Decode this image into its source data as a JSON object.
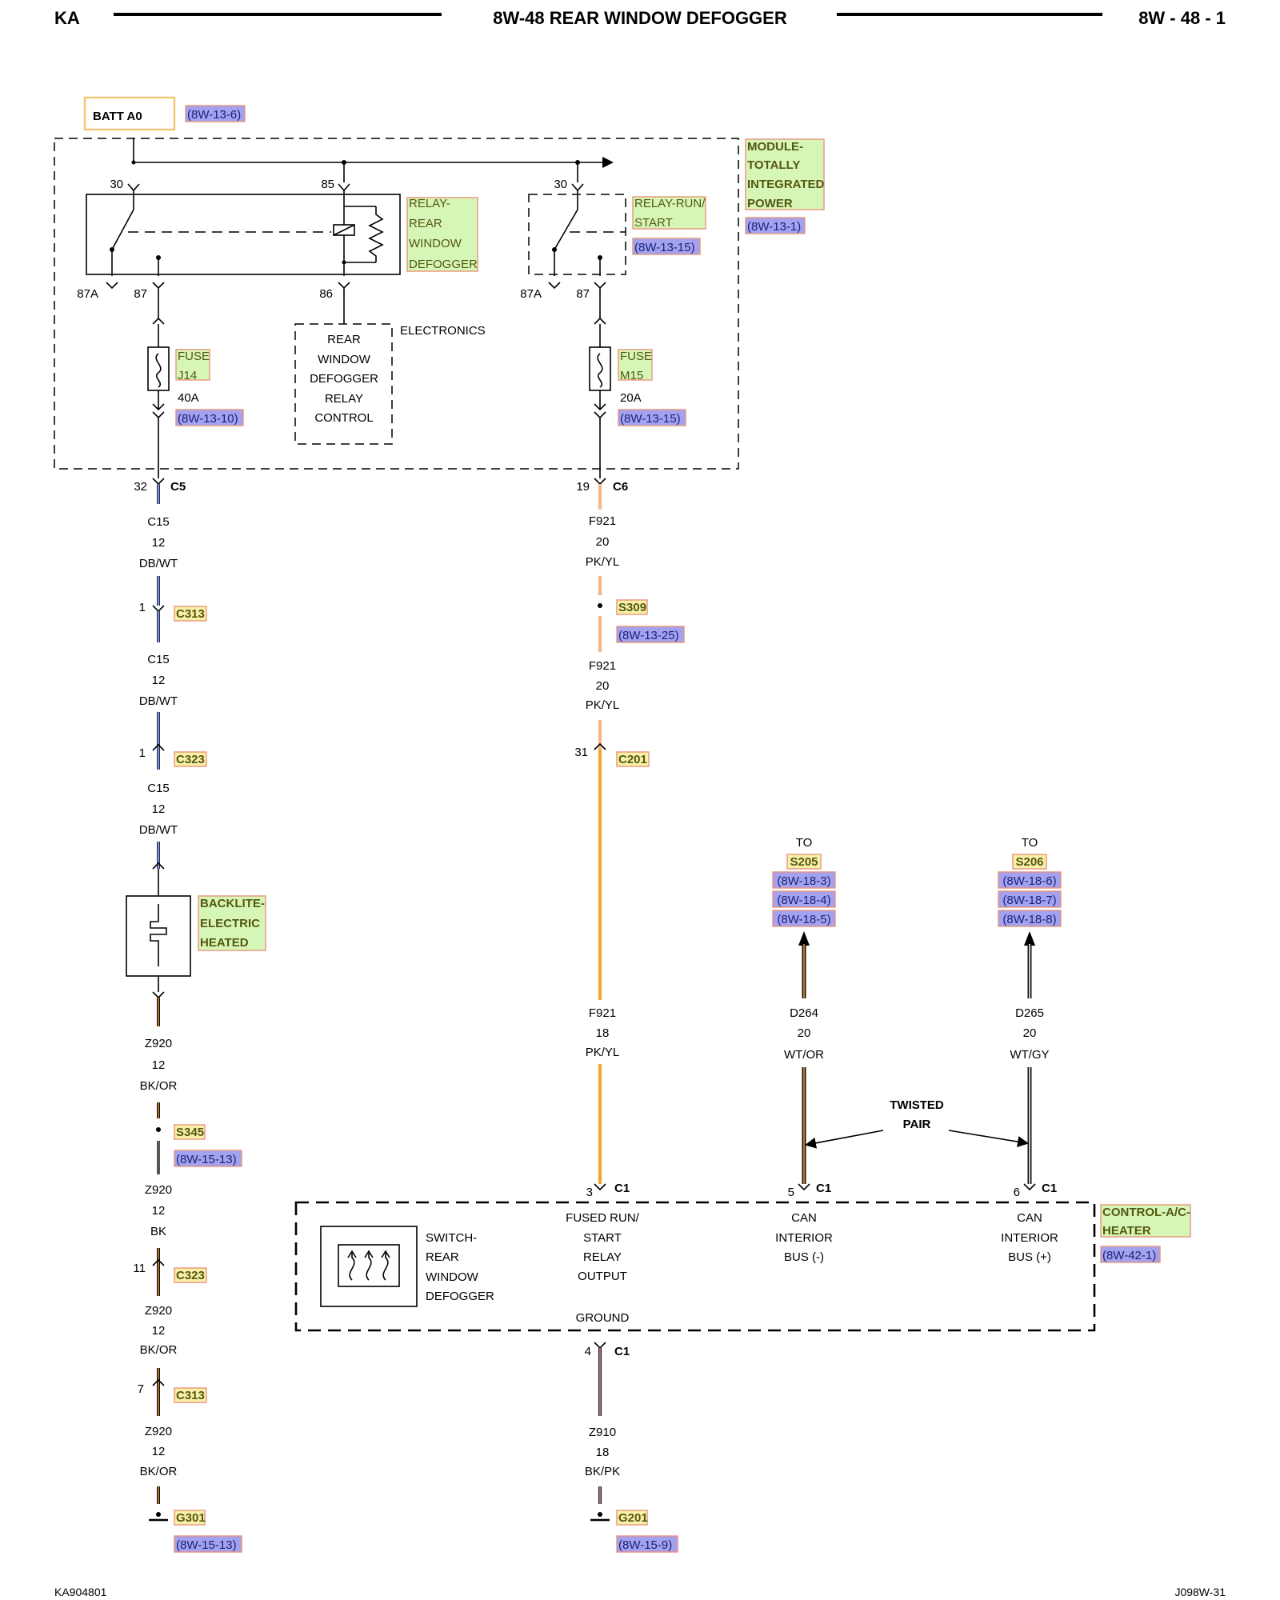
{
  "header": {
    "left": "KA",
    "title": "8W-48 REAR WINDOW DEFOGGER",
    "right": "8W - 48 - 1"
  },
  "footer": {
    "left": "KA904801",
    "right": "J098W-31"
  },
  "batt": {
    "label": "BATT A0",
    "ref": "(8W-13-6)"
  },
  "module_tipm": {
    "lines": [
      "MODULE-",
      "TOTALLY",
      "INTEGRATED",
      "POWER"
    ],
    "ref": "(8W-13-1)"
  },
  "relay_defog": {
    "lines": [
      "RELAY-",
      "REAR",
      "WINDOW",
      "DEFOGGER"
    ],
    "pin30": "30",
    "pin85": "85",
    "pin87a": "87A",
    "pin87": "87",
    "pin86": "86"
  },
  "relay_run": {
    "lines": [
      "RELAY-RUN/",
      "START"
    ],
    "ref": "(8W-13-15)",
    "pin30": "30",
    "pin87a": "87A",
    "pin87": "87"
  },
  "electronics": {
    "label": "ELECTRONICS",
    "lines": [
      "REAR",
      "WINDOW",
      "DEFOGGER",
      "RELAY",
      "CONTROL"
    ]
  },
  "fuse_j14": {
    "lines": [
      "FUSE",
      "J14"
    ],
    "rating": "40A",
    "ref": "(8W-13-10)"
  },
  "fuse_m15": {
    "lines": [
      "FUSE",
      "M15"
    ],
    "rating": "20A",
    "ref": "(8W-13-15)"
  },
  "left_circuit": {
    "c5": {
      "pin": "32",
      "conn": "C5"
    },
    "wire1": [
      "C15",
      "12",
      "DB/WT"
    ],
    "c313a": {
      "pin": "1",
      "conn": "C313"
    },
    "wire2": [
      "C15",
      "12",
      "DB/WT"
    ],
    "c323a": {
      "pin": "1",
      "conn": "C323"
    },
    "wire3": [
      "C15",
      "12",
      "DB/WT"
    ],
    "backlite": {
      "lines": [
        "BACKLITE-",
        "ELECTRIC",
        "HEATED"
      ]
    },
    "wire4": [
      "Z920",
      "12",
      "BK/OR"
    ],
    "s345": {
      "label": "S345",
      "ref": "(8W-15-13)"
    },
    "wire5": [
      "Z920",
      "12",
      "BK"
    ],
    "c323b": {
      "pin": "11",
      "conn": "C323"
    },
    "wire6": [
      "Z920",
      "12",
      "BK/OR"
    ],
    "c313b": {
      "pin": "7",
      "conn": "C313"
    },
    "wire7": [
      "Z920",
      "12",
      "BK/OR"
    ],
    "g301": {
      "label": "G301",
      "ref": "(8W-15-13)"
    }
  },
  "mid_circuit": {
    "c6": {
      "pin": "19",
      "conn": "C6"
    },
    "wire1": [
      "F921",
      "20",
      "PK/YL"
    ],
    "s309": {
      "label": "S309",
      "ref": "(8W-13-25)"
    },
    "wire2": [
      "F921",
      "20",
      "PK/YL"
    ],
    "c201": {
      "pin": "31",
      "conn": "C201"
    },
    "wire3": [
      "F921",
      "18",
      "PK/YL"
    ],
    "c1_pin3": {
      "pin": "3",
      "conn": "C1"
    },
    "c1_pin4": {
      "pin": "4",
      "conn": "C1"
    },
    "wire_gnd": [
      "Z910",
      "18",
      "BK/PK"
    ],
    "g201": {
      "label": "G201",
      "ref": "(8W-15-9)"
    }
  },
  "can_minus": {
    "to": "TO",
    "splice": "S205",
    "refs": [
      "(8W-18-3)",
      "(8W-18-4)",
      "(8W-18-5)"
    ],
    "wire": [
      "D264",
      "20",
      "WT/OR"
    ],
    "c1": {
      "pin": "5",
      "conn": "C1"
    },
    "lines": [
      "CAN",
      "INTERIOR",
      "BUS (-)"
    ]
  },
  "can_plus": {
    "to": "TO",
    "splice": "S206",
    "refs": [
      "(8W-18-6)",
      "(8W-18-7)",
      "(8W-18-8)"
    ],
    "wire": [
      "D265",
      "20",
      "WT/GY"
    ],
    "c1": {
      "pin": "6",
      "conn": "C1"
    },
    "lines": [
      "CAN",
      "INTERIOR",
      "BUS (+)"
    ]
  },
  "twisted_pair": [
    "TWISTED",
    "PAIR"
  ],
  "hvac": {
    "module_lines": [
      "CONTROL-A/C-",
      "HEATER"
    ],
    "ref": "(8W-42-1)",
    "switch_lines": [
      "SWITCH-",
      "REAR",
      "WINDOW",
      "DEFOGGER"
    ],
    "output_lines": [
      "FUSED RUN/",
      "START",
      "RELAY",
      "OUTPUT"
    ],
    "ground": "GROUND"
  },
  "colors": {
    "green_hl": "#d6f6b7",
    "blue_hl": "#a4a1ef",
    "db": "#1c2a6e",
    "pk": "#f4a0b4",
    "yl": "#f2d23a",
    "or": "#e8922a",
    "gy": "#9a9a9a",
    "bk": "#111111"
  }
}
